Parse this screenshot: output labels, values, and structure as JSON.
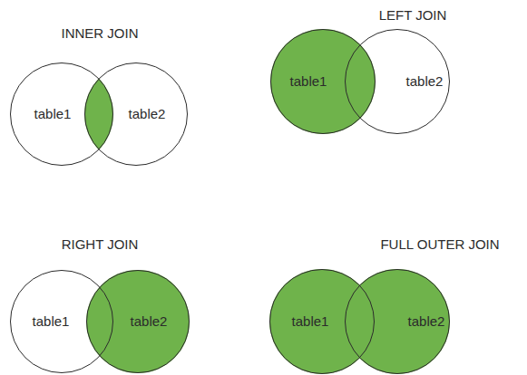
{
  "diagram": {
    "nodes": [
      {
        "text": [
          "table1"
        ]
      },
      {
        "text": [
          "table2"
        ]
      },
      {
        "text": [
          "table1"
        ]
      },
      {
        "text": [
          "table2"
        ]
      },
      {
        "text": [
          "table1"
        ]
      },
      {
        "text": [
          "table2"
        ]
      },
      {
        "text": [
          "table1"
        ]
      },
      {
        "text": [
          "table2"
        ]
      }
    ],
    "labels": [
      "INNER JOIN",
      "LEFT JOIN",
      "RIGHT JOIN",
      "FULL OUTER JOIN"
    ]
  }
}
